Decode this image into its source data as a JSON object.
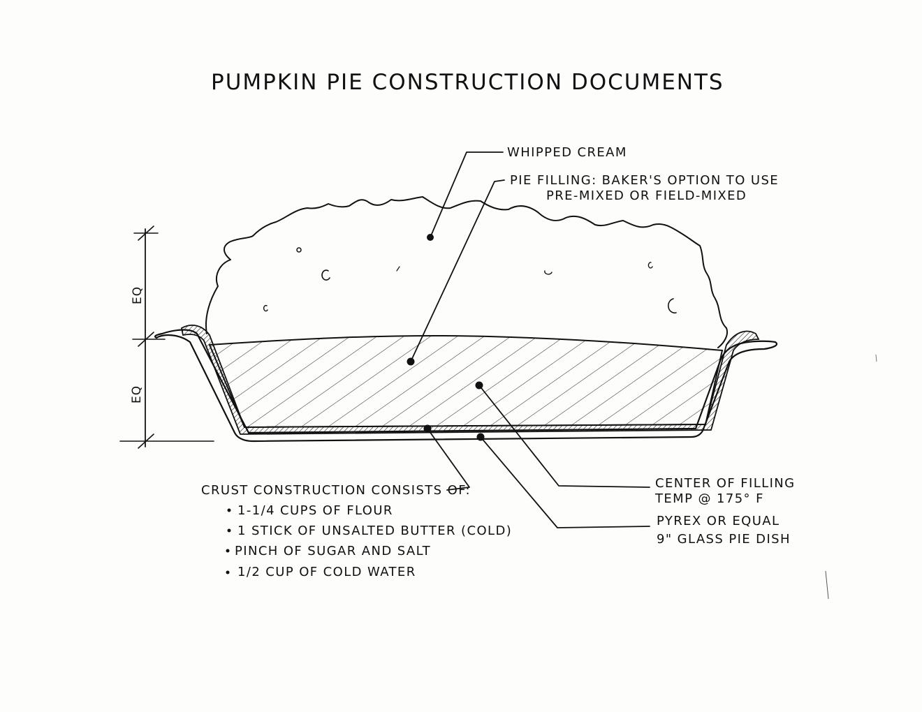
{
  "title": "PUMPKIN PIE CONSTRUCTION DOCUMENTS",
  "labels": {
    "whipped_cream": "WHIPPED CREAM",
    "filling_line1": "PIE FILLING: BAKER'S OPTION TO USE",
    "filling_line2": "PRE-MIXED OR FIELD-MIXED",
    "center_line1": "CENTER OF FILLING",
    "center_line2": "TEMP @ 175° F",
    "pyrex_line1": "PYREX OR EQUAL",
    "pyrex_line2": "9\" GLASS PIE DISH"
  },
  "crust": {
    "heading": "CRUST CONSTRUCTION CONSISTS OF:",
    "items": [
      "1-1/4 CUPS OF FLOUR",
      "1 STICK OF UNSALTED BUTTER (COLD)",
      "PINCH OF SUGAR AND SALT",
      "1/2 CUP OF COLD WATER"
    ]
  },
  "dimensions": {
    "upper": "EQ",
    "lower": "EQ"
  },
  "colors": {
    "ink": "#111111",
    "paper": "#fdfdfc"
  }
}
